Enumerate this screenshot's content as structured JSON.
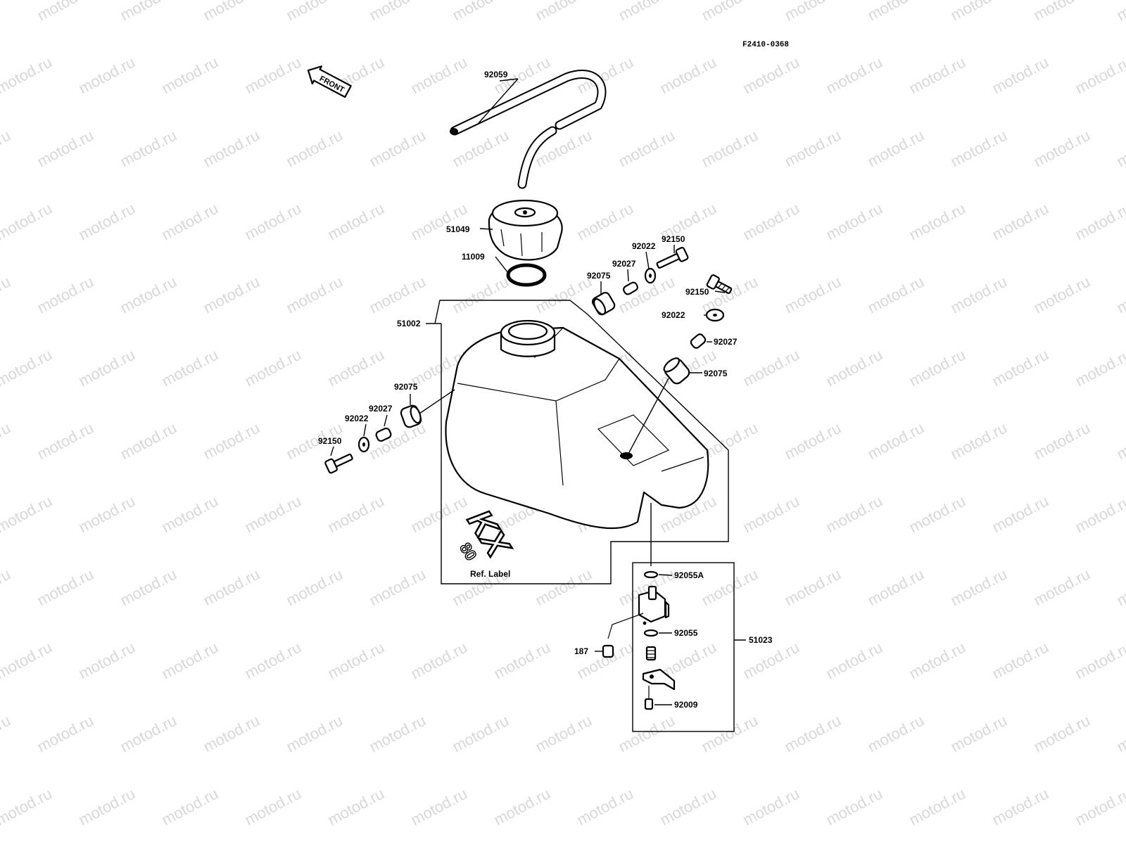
{
  "figure_ref": "F2410-0368",
  "watermark": "motod.ru",
  "front_arrow_text": "FRONT",
  "decal_text": {
    "line1": "KX",
    "line2": "80"
  },
  "ref_label": "Ref. Label",
  "part_numbers": {
    "hose": "92059",
    "cap": "51049",
    "cap_gasket": "11009",
    "tank": "51002",
    "damper_top": "92075",
    "collar_top": "92027",
    "washer_top": "92022",
    "bolt_top": "92150",
    "bolt_right": "92150",
    "washer_right": "92022",
    "collar_right": "92027",
    "damper_right": "92075",
    "damper_left": "92075",
    "collar_left": "92027",
    "washer_left": "92022",
    "bolt_left": "92150",
    "oring_top": "92055A",
    "oring_mid": "92055",
    "fuel_cock_assy": "51023",
    "screw": "187",
    "screw_bottom": "92009"
  }
}
